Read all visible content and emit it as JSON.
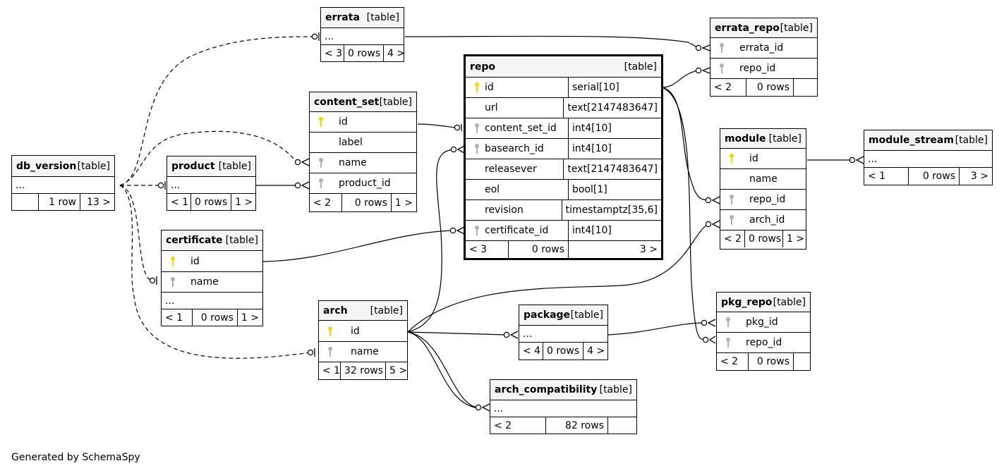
{
  "footer": "Generated by SchemaSpy",
  "tables": {
    "errata": {
      "name": "errata",
      "kind": "[table]",
      "ellipsis": "...",
      "f1": "< 3",
      "f2": "0 rows",
      "f3": "4 >"
    },
    "errata_repo": {
      "name": "errata_repo",
      "kind": "[table]",
      "c1": "errata_id",
      "c2": "repo_id",
      "f1": "< 2",
      "f2": "0 rows",
      "f3": ""
    },
    "repo": {
      "name": "repo",
      "kind": "[table]",
      "cols": [
        {
          "n": "id",
          "t": "serial[10]"
        },
        {
          "n": "url",
          "t": "text[2147483647]"
        },
        {
          "n": "content_set_id",
          "t": "int4[10]"
        },
        {
          "n": "basearch_id",
          "t": "int4[10]"
        },
        {
          "n": "releasever",
          "t": "text[2147483647]"
        },
        {
          "n": "eol",
          "t": "bool[1]"
        },
        {
          "n": "revision",
          "t": "timestamptz[35,6]"
        },
        {
          "n": "certificate_id",
          "t": "int4[10]"
        }
      ],
      "f1": "< 3",
      "f2": "0 rows",
      "f3": "3 >"
    },
    "content_set": {
      "name": "content_set",
      "kind": "[table]",
      "c1": "id",
      "c2": "label",
      "c3": "name",
      "c4": "product_id",
      "f1": "< 2",
      "f2": "0 rows",
      "f3": "1 >"
    },
    "db_version": {
      "name": "db_version",
      "kind": "[table]",
      "ellipsis": "...",
      "f1": "",
      "f2": "1 row",
      "f3": "13 >"
    },
    "product": {
      "name": "product",
      "kind": "[table]",
      "ellipsis": "...",
      "f1": "< 1",
      "f2": "0 rows",
      "f3": "1 >"
    },
    "certificate": {
      "name": "certificate",
      "kind": "[table]",
      "c1": "id",
      "c2": "name",
      "ellipsis": "...",
      "f1": "< 1",
      "f2": "0 rows",
      "f3": "1 >"
    },
    "module": {
      "name": "module",
      "kind": "[table]",
      "c1": "id",
      "c2": "name",
      "c3": "repo_id",
      "c4": "arch_id",
      "f1": "< 2",
      "f2": "0 rows",
      "f3": "1 >"
    },
    "module_stream": {
      "name": "module_stream",
      "kind": "[table]",
      "ellipsis": "...",
      "f1": "< 1",
      "f2": "0 rows",
      "f3": "3 >"
    },
    "arch": {
      "name": "arch",
      "kind": "[table]",
      "c1": "id",
      "c2": "name",
      "f1": "< 1",
      "f2": "32 rows",
      "f3": "5 >"
    },
    "package": {
      "name": "package",
      "kind": "[table]",
      "ellipsis": "...",
      "f1": "< 4",
      "f2": "0 rows",
      "f3": "4 >"
    },
    "pkg_repo": {
      "name": "pkg_repo",
      "kind": "[table]",
      "c1": "pkg_id",
      "c2": "repo_id",
      "f1": "< 2",
      "f2": "0 rows",
      "f3": ""
    },
    "arch_compatibility": {
      "name": "arch_compatibility",
      "kind": "[table]",
      "ellipsis": "...",
      "f1": "< 2",
      "f2": "82 rows",
      "f3": ""
    }
  },
  "colors": {
    "pk_key": "#f2d600",
    "fk_key": "#b0b0b0",
    "header_bg": "#f5f5f5"
  },
  "icons": {
    "pk": "primary-key-icon",
    "fk": "foreign-key-icon"
  }
}
